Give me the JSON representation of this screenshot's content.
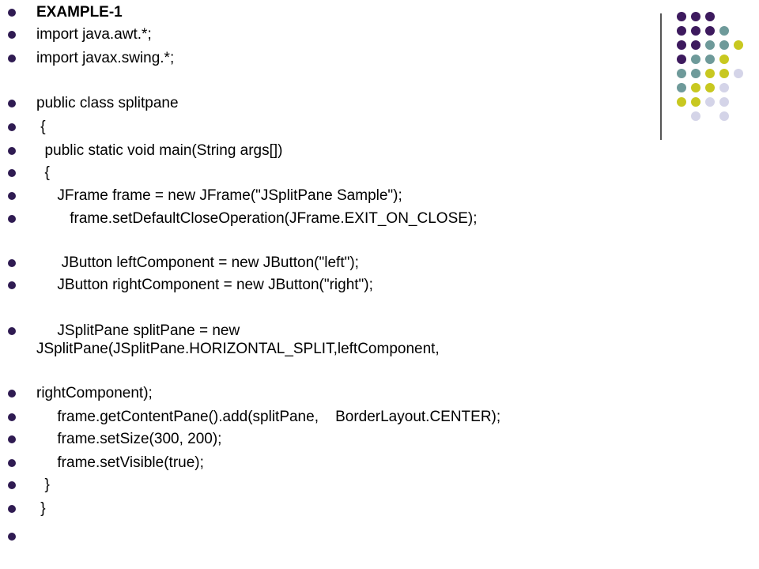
{
  "slide": {
    "lines": [
      "EXAMPLE-1",
      "import java.awt.*;",
      "import javax.swing.*;",
      "public class splitpane",
      " {",
      "  public static void main(String args[])",
      "  {",
      "     JFrame frame = new JFrame(\"JSplitPane Sample\");",
      "        frame.setDefaultCloseOperation(JFrame.EXIT_ON_CLOSE);",
      "      JButton leftComponent = new JButton(\"left\");",
      "     JButton rightComponent = new JButton(\"right\");",
      "     JSplitPane splitPane = new",
      "JSplitPane(JSplitPane.HORIZONTAL_SPLIT,leftComponent,",
      "rightComponent);",
      "     frame.getContentPane().add(splitPane,    BorderLayout.CENTER);",
      "     frame.setSize(300, 200);",
      "     frame.setVisible(true);",
      "  }",
      " }",
      ""
    ]
  },
  "decoration": {
    "dot_colors": {
      "purple": "#3d1a5e",
      "teal": "#6e9a9a",
      "lime": "#c8c820",
      "lavender": "#d4d4e8"
    },
    "line_color": "#555555"
  }
}
